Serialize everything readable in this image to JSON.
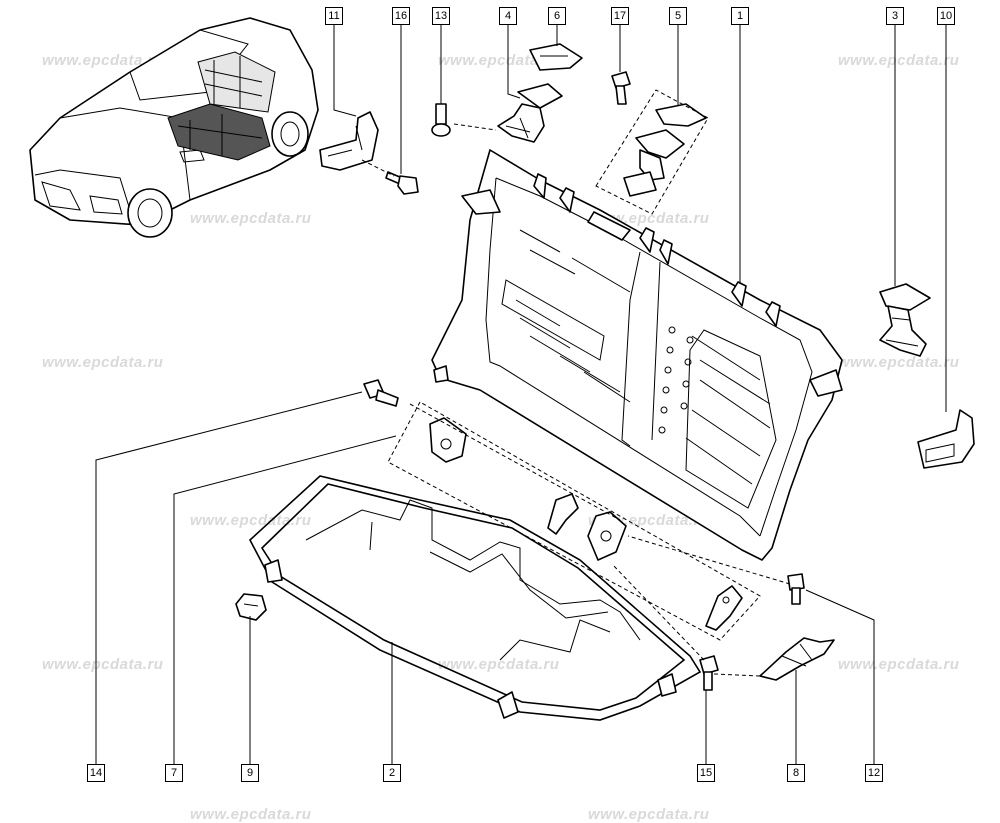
{
  "watermark": "www.epcdata.ru",
  "callouts": {
    "c1": "1",
    "c2": "2",
    "c3": "3",
    "c4": "4",
    "c5": "5",
    "c6": "6",
    "c7": "7",
    "c8": "8",
    "c9": "9",
    "c10": "10",
    "c11": "11",
    "c12": "12",
    "c13": "13",
    "c14": "14",
    "c15": "15",
    "c16": "16",
    "c17": "17"
  }
}
